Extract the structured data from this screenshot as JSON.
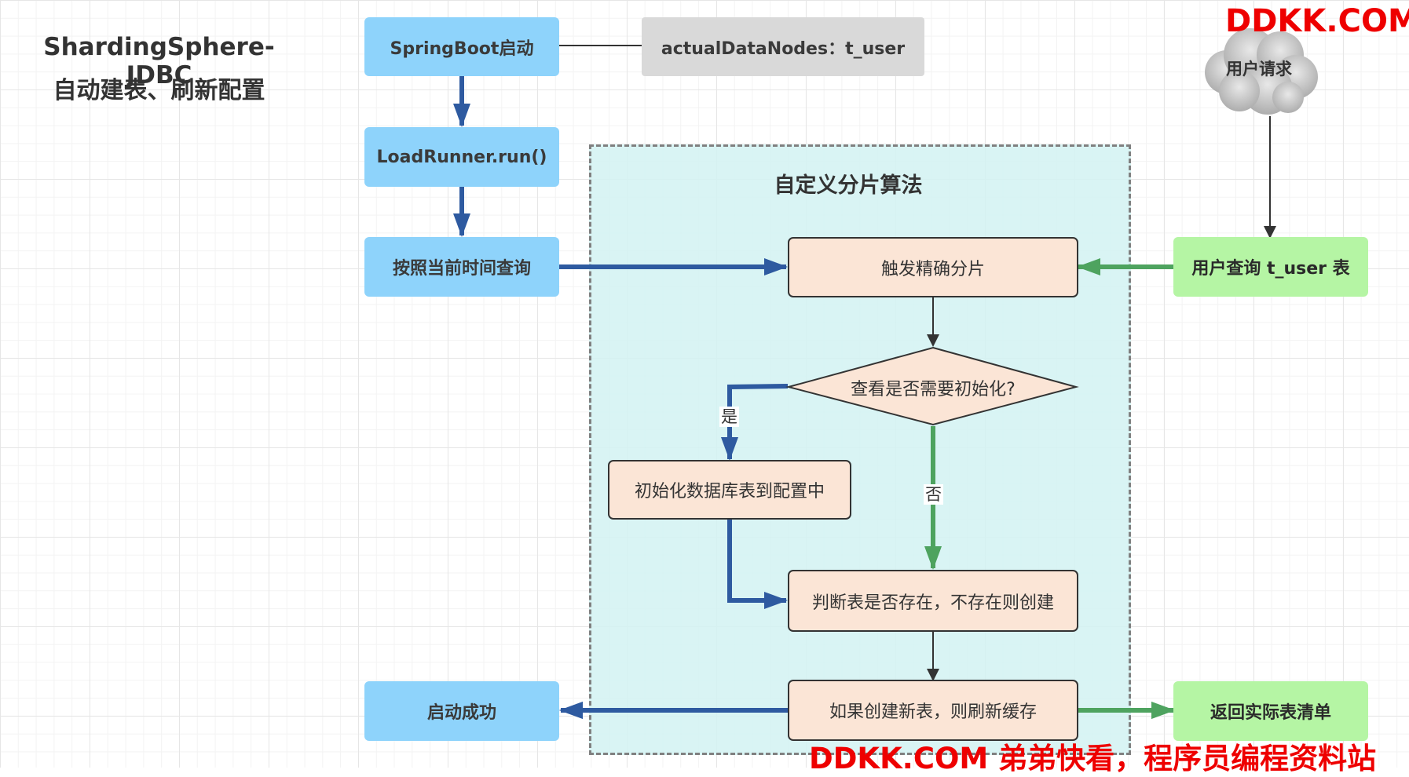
{
  "title": {
    "line1": "ShardingSphere-JDBC",
    "line2": "自动建表、刷新配置"
  },
  "container": {
    "label": "自定义分片算法"
  },
  "nodes": {
    "springboot": "SpringBoot启动",
    "actual_data_nodes": "actualDataNodes：t_user",
    "loadrunner": "LoadRunner.run()",
    "query_by_time": "按照当前时间查询",
    "start_success": "启动成功",
    "user_request": "用户请求",
    "user_query": "用户查询 t_user 表",
    "return_tables": "返回实际表清单",
    "trigger_sharding": "触发精确分片",
    "check_init": "查看是否需要初始化?",
    "init_tables": "初始化数据库表到配置中",
    "check_exist": "判断表是否存在，不存在则创建",
    "refresh_cache": "如果创建新表，则刷新缓存"
  },
  "edge_labels": {
    "yes": "是",
    "no": "否"
  },
  "colors": {
    "blue_node": "#8ed3fb",
    "green_node": "#b5f5a4",
    "process_node": "#fbe5d6",
    "container_fill": "#d8f3f3",
    "blue_arrow": "#2e5aa0",
    "green_arrow": "#4ea35f",
    "dark_arrow": "#333333",
    "watermark": "#ee0000"
  },
  "watermark": {
    "top": "DDKK.COM",
    "bottom": "DDKK.COM 弟弟快看，程序员编程资料站"
  }
}
